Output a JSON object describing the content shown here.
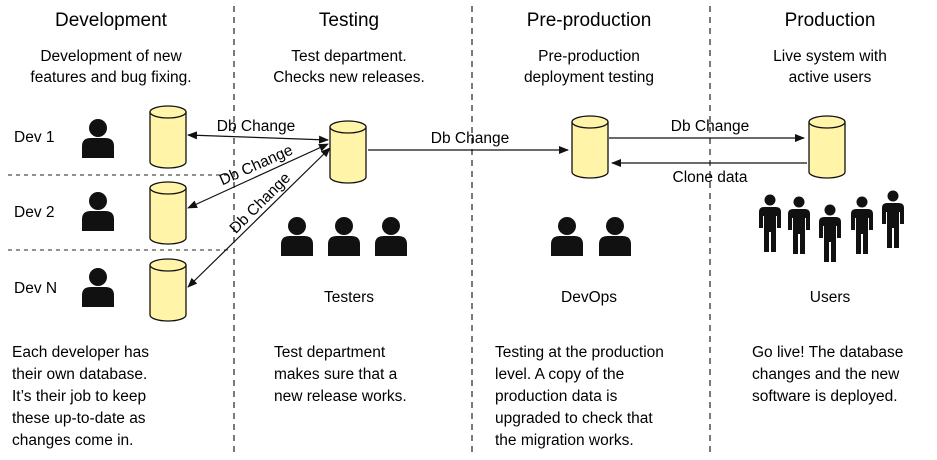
{
  "stages": {
    "development": {
      "title": "Development",
      "subtitle": [
        "Development of new",
        "features and bug fixing."
      ],
      "developers": [
        "Dev 1",
        "Dev 2",
        "Dev N"
      ],
      "description": [
        "Each developer has",
        "their own database.",
        "It’s their job to keep",
        "these up-to-date as",
        "changes come in."
      ]
    },
    "testing": {
      "title": "Testing",
      "subtitle": [
        "Test department.",
        "Checks new releases."
      ],
      "group_label": "Testers",
      "description": [
        "Test department",
        "makes sure that a",
        "new release works."
      ]
    },
    "preproduction": {
      "title": "Pre-production",
      "subtitle": [
        "Pre-production",
        "deployment testing"
      ],
      "group_label": "DevOps",
      "description": [
        "Testing at the production",
        "level. A copy of the",
        "production data is",
        "upgraded to check that",
        "the migration works."
      ]
    },
    "production": {
      "title": "Production",
      "subtitle": [
        "Live system with",
        "active users"
      ],
      "group_label": "Users",
      "description": [
        "Go live! The database",
        "changes and the new",
        "software is deployed."
      ]
    }
  },
  "arrows": {
    "db_change": "Db Change",
    "clone_data": "Clone data"
  },
  "colors": {
    "database_fill": "#fff4a8",
    "stroke": "#111111",
    "person": "#111111"
  },
  "icons": {
    "database": "database-cylinder-icon",
    "person": "person-icon",
    "standing_person": "standing-person-icon"
  }
}
